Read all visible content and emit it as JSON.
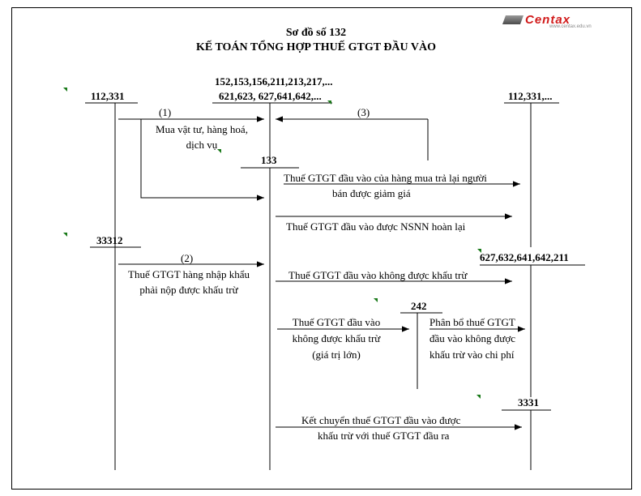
{
  "title": {
    "line1": "Sơ đồ số 132",
    "line2": "KẾ TOÁN TỔNG HỢP THUẾ GTGT ĐẦU VÀO"
  },
  "logo": {
    "brand": "Centax",
    "subtitle": "www.centax.edu.vn"
  },
  "accounts": {
    "a112_331": "112,331",
    "a152_line1": "152,153,156,211,213,217,...",
    "a152_line2": "621,623, 627,641,642,...",
    "a112_331_right": "112,331,...",
    "a133": "133",
    "a33312": "33312",
    "a627": "627,632,641,642,211",
    "a242": "242",
    "a3331": "3331"
  },
  "labels": {
    "step1": "(1)",
    "step1_desc_1": "Mua vật tư, hàng hoá,",
    "step1_desc_2": "dịch vụ",
    "step3": "(3)",
    "return_1": "Thuế GTGT đầu vào của hàng mua trả lại người",
    "return_2": "bán được giảm giá",
    "refund": "Thuế GTGT đầu vào được NSNN hoàn lại",
    "step2": "(2)",
    "import_1": "Thuế GTGT hàng nhập khẩu",
    "import_2": "phải nộp được khấu trừ",
    "nondeduct": "Thuế GTGT đầu vào không được khấu trừ",
    "large_1": "Thuế GTGT đầu vào",
    "large_2": "không được khấu trừ",
    "large_3": "(giá trị lớn)",
    "alloc_1": "Phân bổ thuế GTGT",
    "alloc_2": "đầu vào không được",
    "alloc_3": "khấu trừ vào chi phí",
    "transfer_1": "Kết chuyển thuế GTGT đầu vào được",
    "transfer_2": "khấu trừ với thuế GTGT đầu ra"
  }
}
